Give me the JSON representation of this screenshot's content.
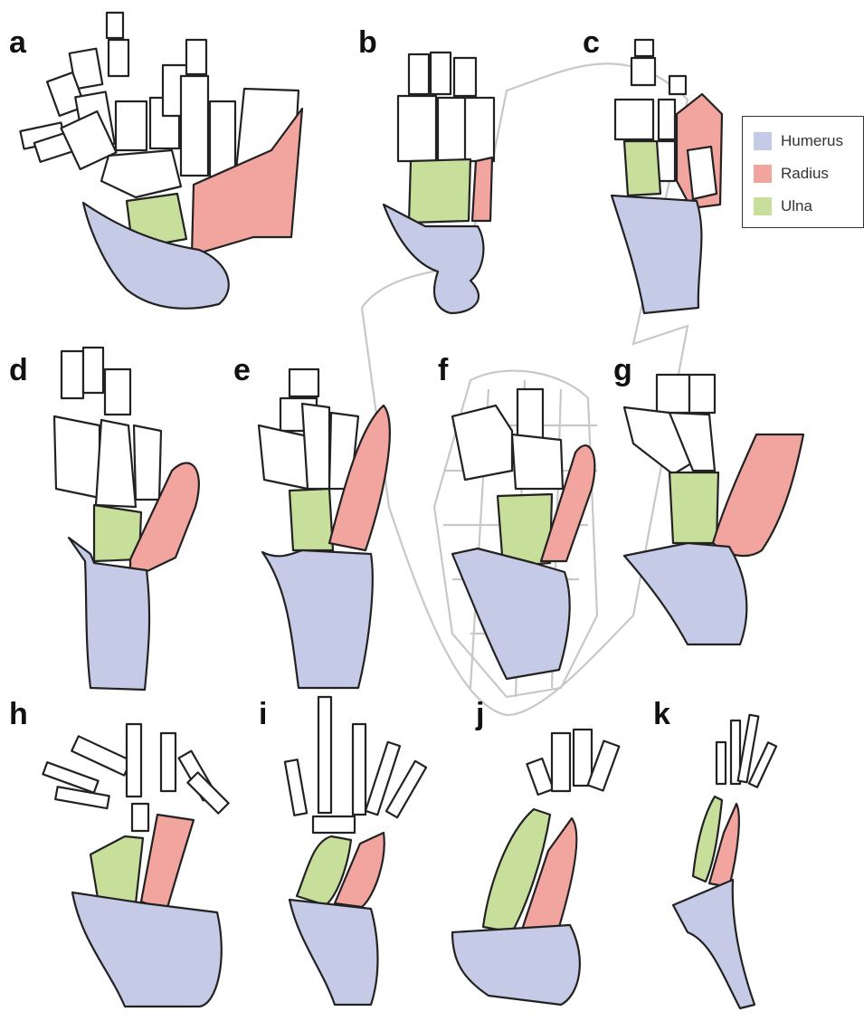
{
  "panels": [
    "a",
    "b",
    "c",
    "d",
    "e",
    "f",
    "g",
    "h",
    "i",
    "j",
    "k"
  ],
  "legend": {
    "items": [
      {
        "label": "Humerus",
        "color": "#c5cae6"
      },
      {
        "label": "Radius",
        "color": "#f2a49e"
      },
      {
        "label": "Ulna",
        "color": "#c7df9a"
      }
    ]
  },
  "colors": {
    "humerus": "#c5cae6",
    "radius": "#f2a49e",
    "ulna": "#c7df9a",
    "outline": "#222222",
    "ghost": "#c8c8c8"
  }
}
